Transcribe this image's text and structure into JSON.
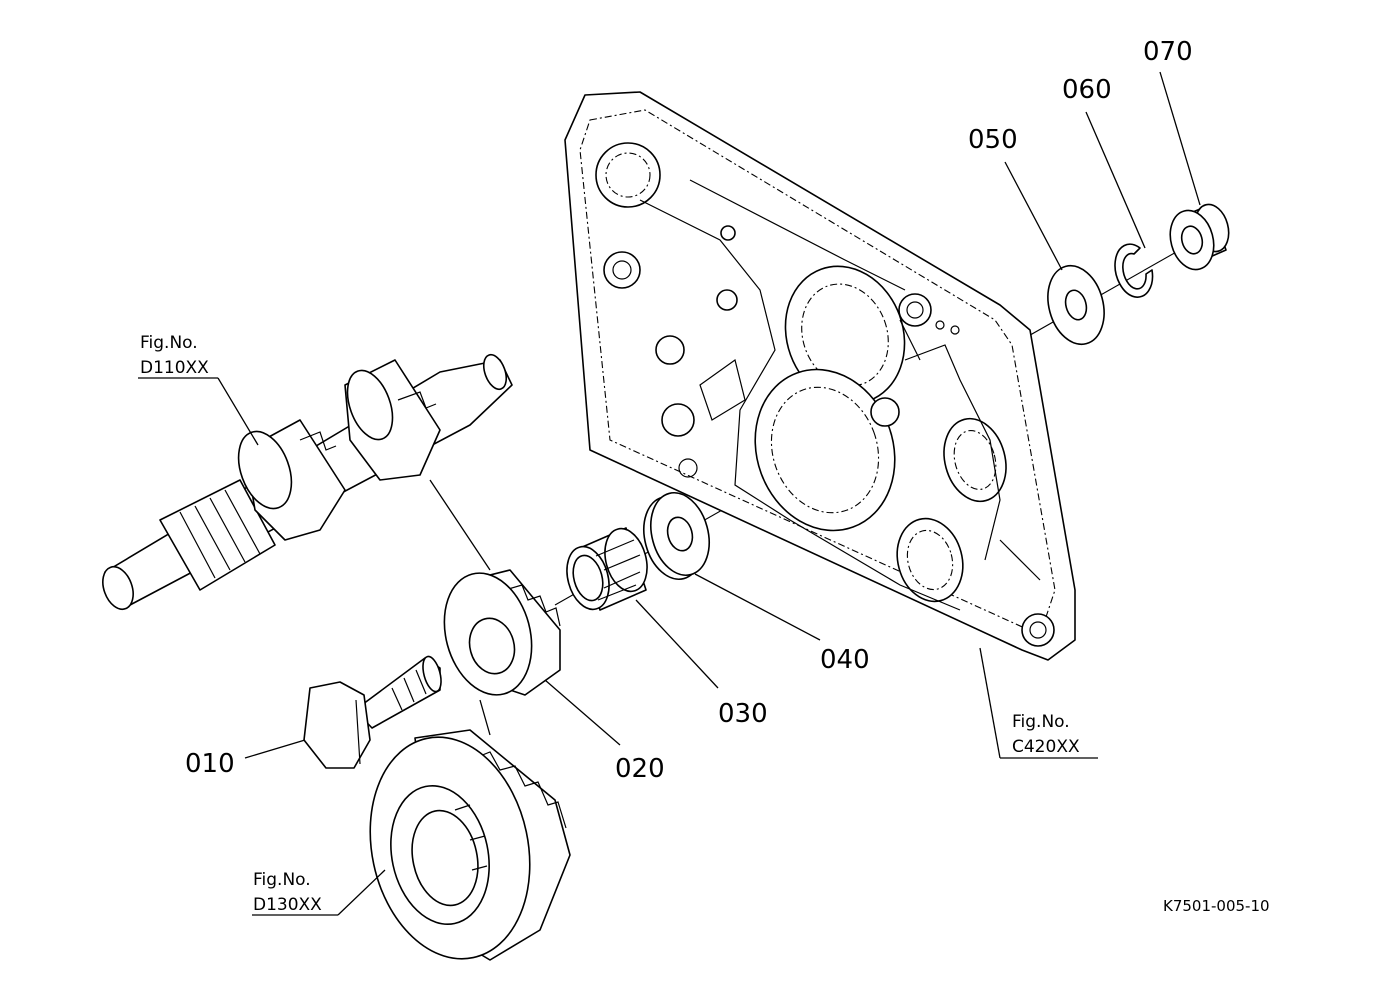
{
  "callouts": [
    {
      "id": "010",
      "label": "010"
    },
    {
      "id": "020",
      "label": "020"
    },
    {
      "id": "030",
      "label": "030"
    },
    {
      "id": "040",
      "label": "040"
    },
    {
      "id": "050",
      "label": "050"
    },
    {
      "id": "060",
      "label": "060"
    },
    {
      "id": "070",
      "label": "070"
    }
  ],
  "figure_refs": [
    {
      "fig_label": "Fig.No.",
      "fig_code": "D110XX"
    },
    {
      "fig_label": "Fig.No.",
      "fig_code": "D130XX"
    },
    {
      "fig_label": "Fig.No.",
      "fig_code": "C420XX"
    }
  ],
  "drawing_code": "K7501-005-10"
}
